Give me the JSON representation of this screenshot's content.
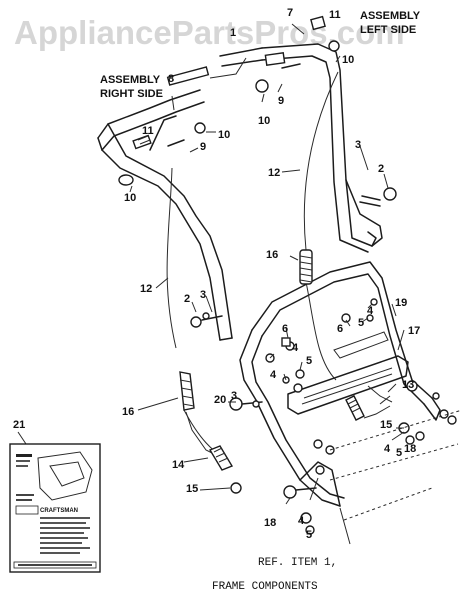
{
  "watermark": "AppliancePartsPros.com",
  "headings": {
    "left_side": [
      "ASSEMBLY",
      "LEFT SIDE"
    ],
    "right_side": [
      "ASSEMBLY",
      "RIGHT SIDE"
    ]
  },
  "caption": {
    "ref": "REF. ITEM 1,",
    "title": "FRAME COMPONENTS"
  },
  "decal": {
    "callout": "21",
    "brand": "CRAFTSMAN"
  },
  "callouts": {
    "c1": "1",
    "c7": "7",
    "c11a": "11",
    "c10a": "10",
    "c10b": "10",
    "c9a": "9",
    "c8": "8",
    "c11b": "11",
    "c10c": "10",
    "c9b": "9",
    "c10d": "10",
    "c3a": "3",
    "c2a": "2",
    "c12a": "12",
    "c12b": "12",
    "c16a": "16",
    "c2b": "2",
    "c3b": "3",
    "c6a": "6",
    "c6b": "6",
    "c5a": "5",
    "c4a": "4",
    "c19": "19",
    "c17": "17",
    "c4b": "4",
    "c5b": "5",
    "c4c": "4",
    "c20": "20",
    "c3c": "3",
    "c16b": "16",
    "c13": "13",
    "c15a": "15",
    "c18a": "18",
    "c4d": "4",
    "c5c": "5",
    "c14": "14",
    "c15b": "15",
    "c18b": "18",
    "c4e": "4",
    "c5d": "5"
  }
}
